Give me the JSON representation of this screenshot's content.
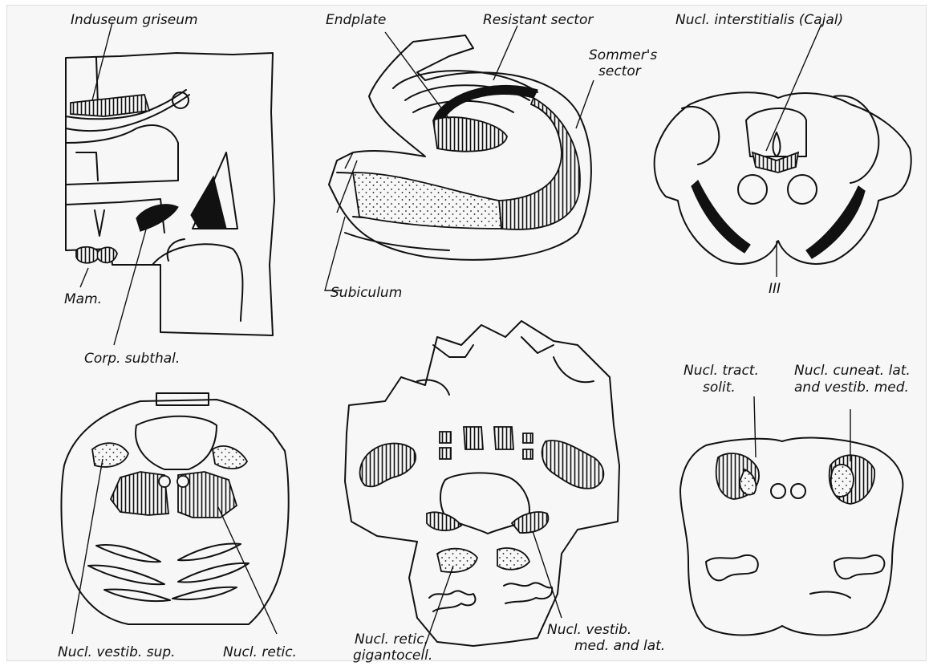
{
  "figure": {
    "panels": [
      {
        "id": "diencephalon",
        "labels": {
          "induseum": "Induseum griseum",
          "mam": "Mam.",
          "corp": "Corp. subthal."
        }
      },
      {
        "id": "hippocampus",
        "labels": {
          "endplate": "Endplate",
          "resistant": "Resistant sector",
          "sommer_1": "Sommer's",
          "sommer_2": "sector",
          "subiculum": "Subiculum"
        }
      },
      {
        "id": "midbrain",
        "labels": {
          "cajal": "Nucl. interstitialis (Cajal)",
          "third": "III"
        }
      },
      {
        "id": "pons",
        "labels": {
          "vestib_sup": "Nucl. vestib. sup.",
          "retic": "Nucl. retic."
        }
      },
      {
        "id": "medulla_upper",
        "labels": {
          "gig_1": "Nucl. retic.",
          "gig_2": "gigantocell.",
          "vm_1": "Nucl. vestib.",
          "vm_2": "med. and lat."
        }
      },
      {
        "id": "medulla_lower",
        "labels": {
          "ts_1": "Nucl. tract.",
          "ts_2": "solit.",
          "cl_1": "Nucl. cuneat. lat.",
          "cl_2": "and vestib. med."
        }
      }
    ]
  },
  "colors": {
    "ink": "#111111",
    "paper": "#f7f7f7"
  }
}
